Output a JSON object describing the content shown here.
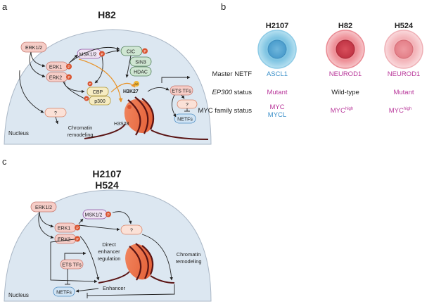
{
  "panels": {
    "a": {
      "letter": "a",
      "title": "H82",
      "nodes": {
        "erk12": "ERK1/2",
        "msk12": "MSK1/2",
        "erk1": "ERK1",
        "erk2": "ERK2",
        "cic": "CIC",
        "sin3": "SIN3",
        "hdac": "HDAC",
        "cbp": "CBP",
        "p300": "p300",
        "h3k27": "H3K27",
        "ets_tfs": "ETS TFs",
        "unknown_right": "?",
        "netfs": "NETFs",
        "unknown_left": "?",
        "chromatin_remodeling_1": "Chromatin",
        "chromatin_remodeling_2": "remodeling",
        "h3s28": "H3S28",
        "nucleus": "Nucleus",
        "p_badge": "P",
        "ac_badge": "Ac"
      }
    },
    "b": {
      "letter": "b",
      "cell_lines": [
        "H2107",
        "H82",
        "H524"
      ],
      "row_labels": {
        "master_netf": "Master NETF",
        "ep300_italic": "EP300",
        "ep300_rest": " status",
        "myc_family": "MYC family status"
      },
      "master_netf": [
        "ASCL1",
        "NEUROD1",
        "NEUROD1"
      ],
      "ep300_status": [
        "Mutant",
        "Wild-type",
        "Mutant"
      ],
      "myc_h2107": [
        "MYC",
        "MYCL"
      ],
      "myc_base": "MYC",
      "myc_sup": "high",
      "colors": {
        "ascl1_blue": "#3a8fc9",
        "magenta": "#b8369a",
        "black": "#222222"
      }
    },
    "c": {
      "letter": "c",
      "title_line1": "H2107",
      "title_line2": "H524",
      "nodes": {
        "erk12": "ERK1/2",
        "msk12": "MSK1/2",
        "erk1": "ERK1",
        "erk2": "ERK2",
        "unknown": "?",
        "ets_tfs": "ETS TFs",
        "netfs": "NETFs",
        "direct_1": "Direct",
        "direct_2": "enhancer",
        "direct_3": "regulation",
        "chromatin_1": "Chromatin",
        "chromatin_2": "remodeling",
        "enhancer": "Enhancer",
        "nucleus": "Nucleus",
        "p_badge": "P"
      }
    }
  }
}
